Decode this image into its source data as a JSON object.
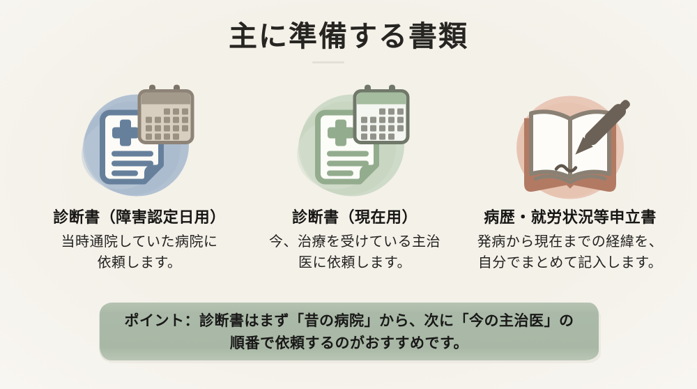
{
  "title": "主に準備する書類",
  "columns": [
    {
      "icon": "document-calendar-blue-icon",
      "heading": "診断書（障害認定日用）",
      "body": "当時通院していた病院に\n依頼します。",
      "accent_color": "#b2c1d2"
    },
    {
      "icon": "document-calendar-green-icon",
      "heading": "診断書（現在用）",
      "body": "今、治療を受けている主治\n医に依頼します。",
      "accent_color": "#cfdbc9"
    },
    {
      "icon": "open-book-pen-icon",
      "heading": "病歴・就労状況等申立書",
      "body": "発病から現在までの経緯を、\n自分でまとめて記入します。",
      "accent_color": "#e9c8b8"
    }
  ],
  "point_box": {
    "text": "ポイント：診断書はまず「昔の病院」から、次に「今の主治医」の\n順番で依頼するのがおすすめです。",
    "background_color": "#a9b8a6"
  },
  "colors": {
    "page_background": "#f4f1e9",
    "title_text": "#272522",
    "heading_text": "#171614",
    "body_text": "#232220",
    "blue_document": "#66809c",
    "green_document": "#93ac8e",
    "book_cover": "#b27a63",
    "pen": "#6b6157"
  }
}
